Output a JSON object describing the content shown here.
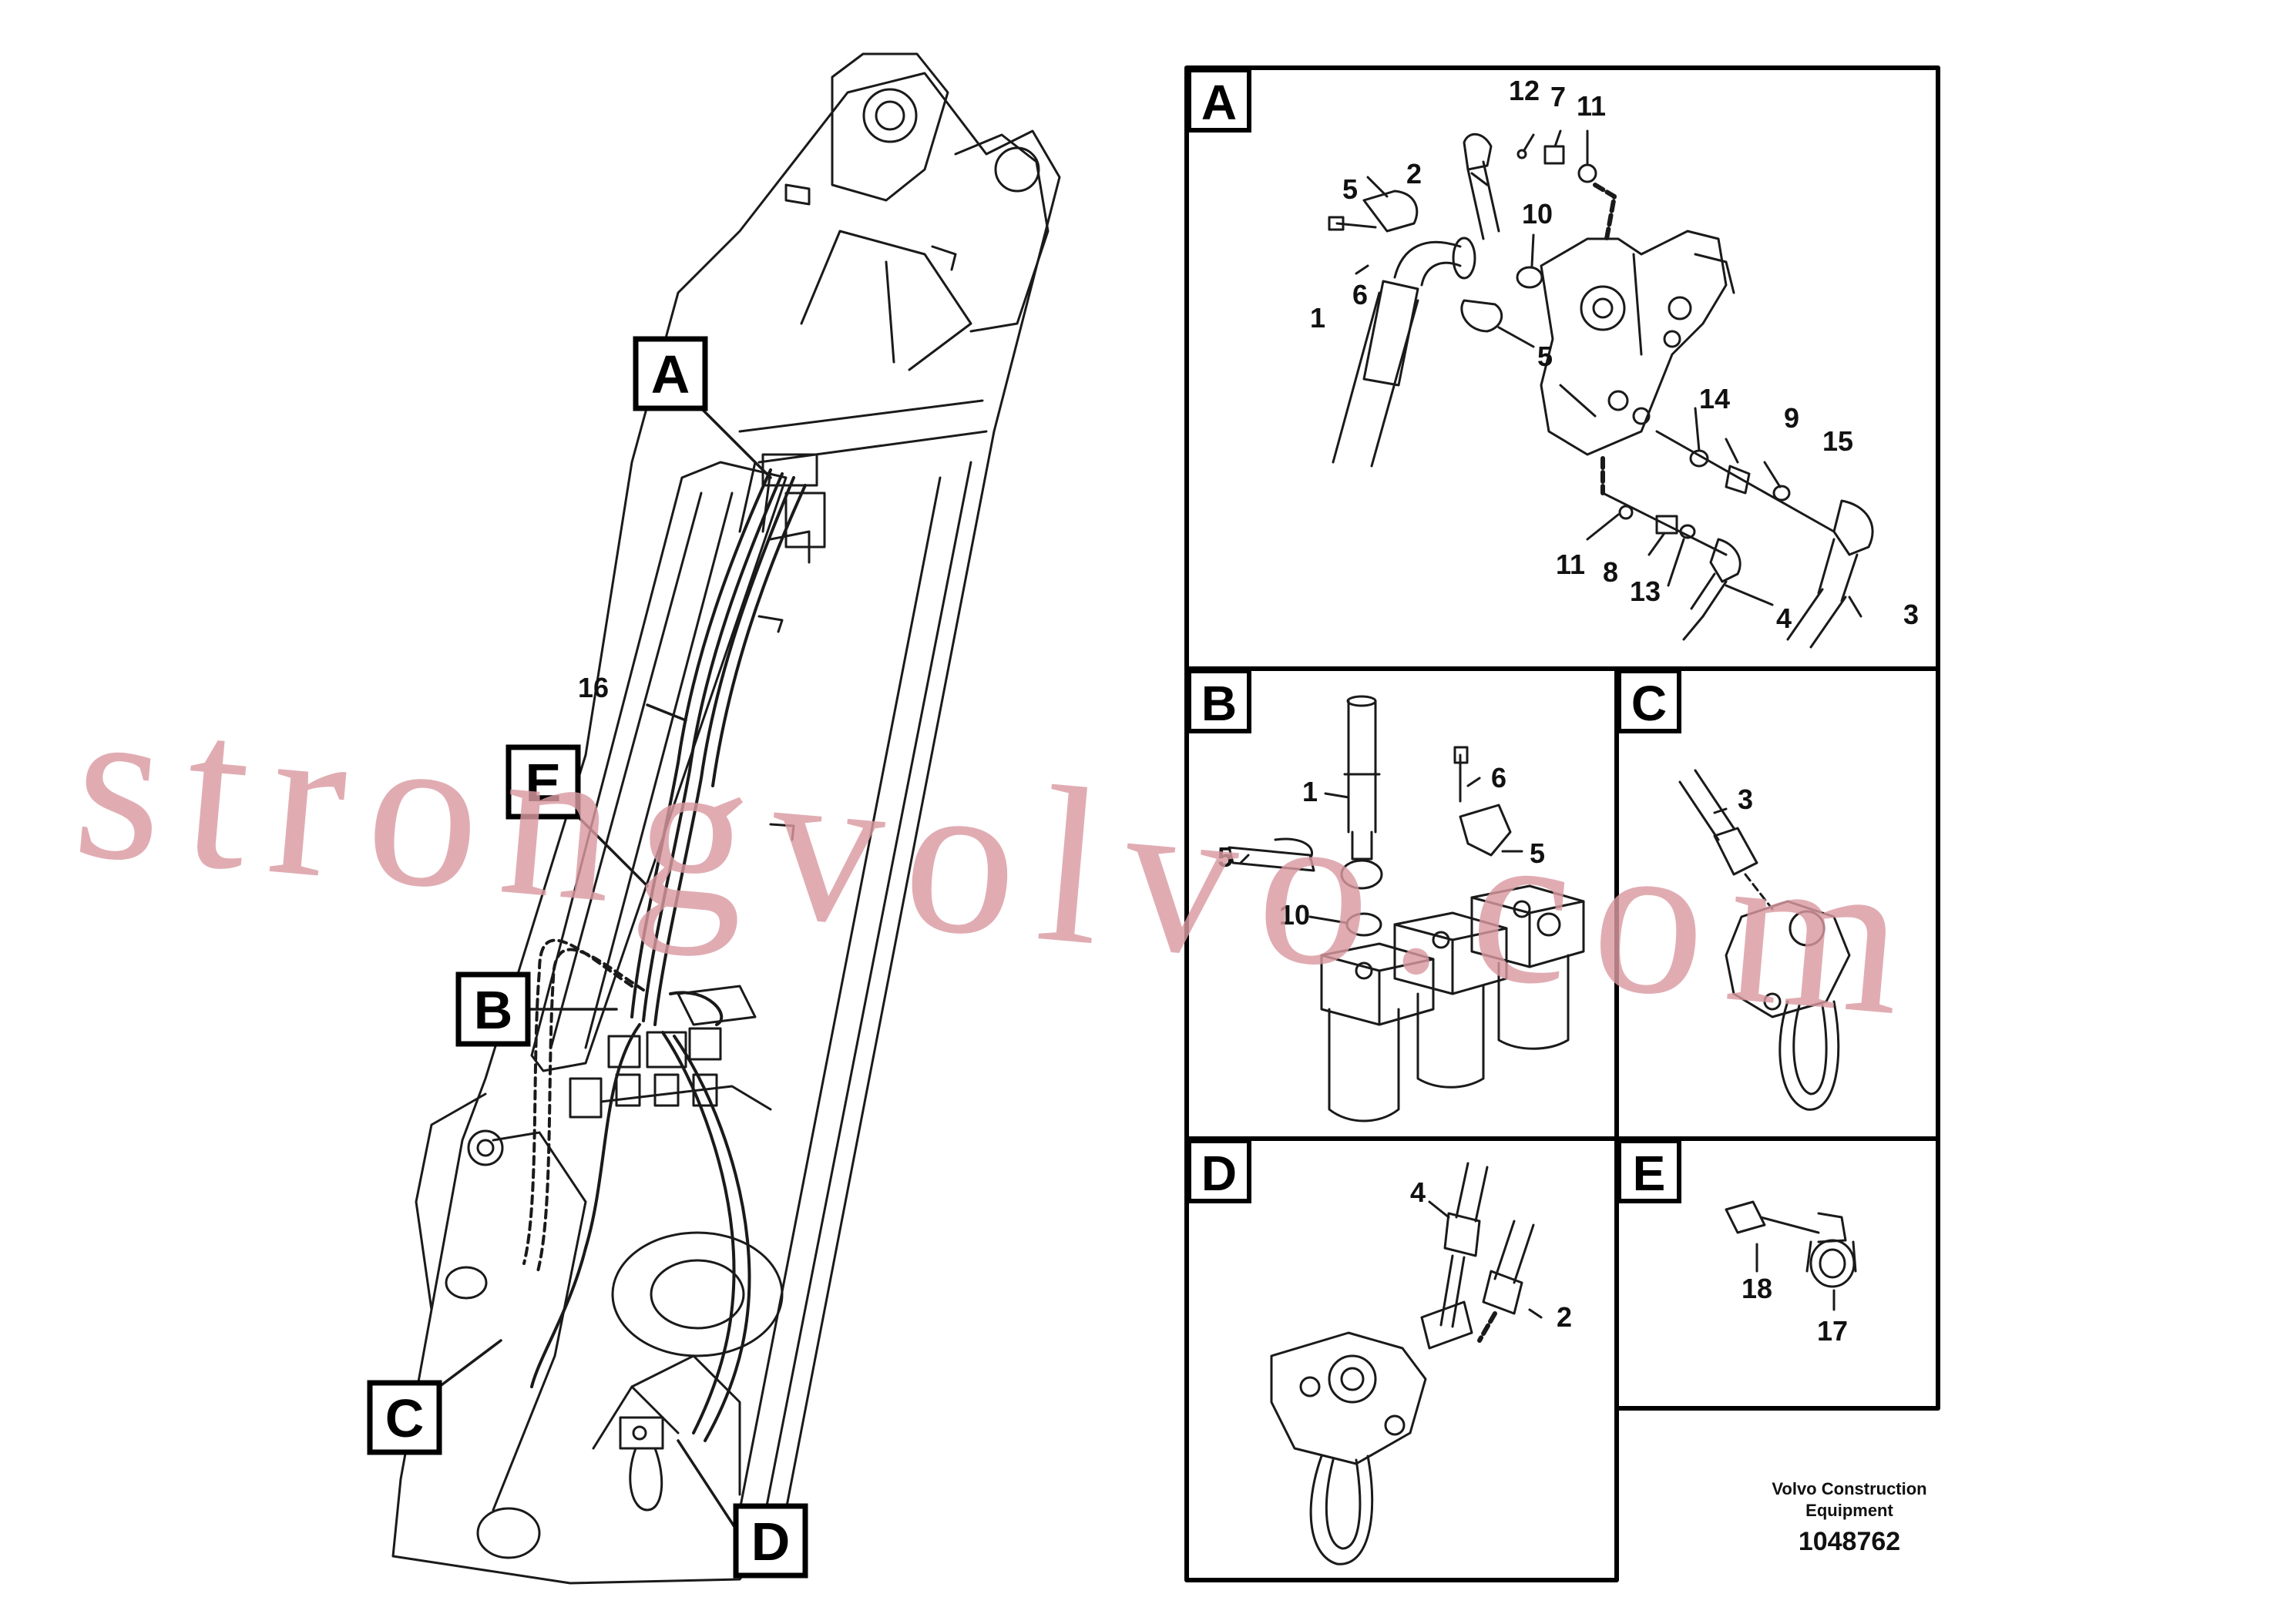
{
  "watermark": "strongvolvo.com",
  "footer": {
    "company_line1": "Volvo Construction",
    "company_line2": "Equipment",
    "drawing_number": "1048762"
  },
  "overview": {
    "callouts": [
      "A",
      "B",
      "C",
      "D",
      "E"
    ],
    "hose_label": "16"
  },
  "panels": {
    "A": {
      "title": "A",
      "labels": [
        "12",
        "7",
        "11",
        "2",
        "5",
        "10",
        "6",
        "1",
        "5",
        "14",
        "9",
        "15",
        "11",
        "8",
        "13",
        "4",
        "3"
      ]
    },
    "B": {
      "title": "B",
      "labels": [
        "1",
        "6",
        "5",
        "5",
        "10"
      ]
    },
    "C": {
      "title": "C",
      "labels": [
        "3"
      ]
    },
    "D": {
      "title": "D",
      "labels": [
        "4",
        "2"
      ]
    },
    "E": {
      "title": "E",
      "labels": [
        "18",
        "17"
      ]
    }
  }
}
